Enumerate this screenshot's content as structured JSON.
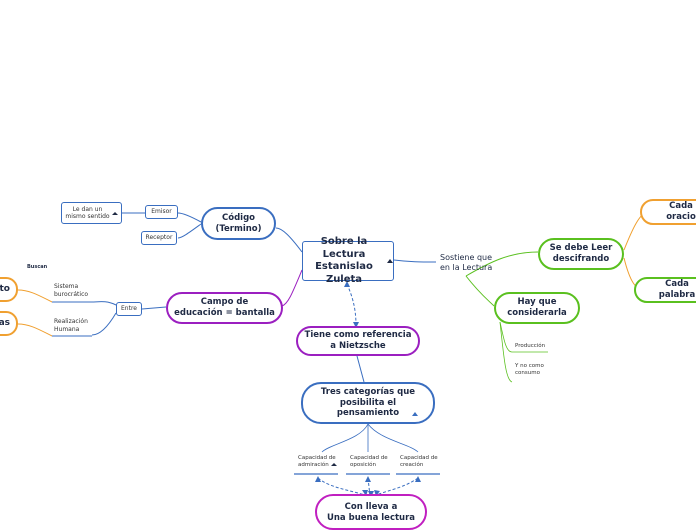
{
  "colors": {
    "central": "#3a6ec0",
    "blue_branch": "#3a6ec0",
    "purple_branch": "#9b1fc0",
    "magenta_branch": "#c01fc0",
    "green_branch": "#5ac01f",
    "orange_branch": "#f0a030"
  },
  "central": {
    "label": "Sobre la Lectura\nEstanislao Zuleta"
  },
  "codigo": {
    "label": "Código\n(Termino)"
  },
  "emisor": {
    "label": "Emisor"
  },
  "receptor": {
    "label": "Receptor"
  },
  "le_dan": {
    "label": "Le dan un\nmismo sentido"
  },
  "campo": {
    "label": "Campo de\neducación = bantalla"
  },
  "entre": {
    "label": "Entre"
  },
  "sistema": {
    "label": "Sistema\nburocrático"
  },
  "realizacion": {
    "label": "Realización\nHumana"
  },
  "buscan": {
    "label": "Buscan"
  },
  "left_edge_1": {
    "label": "to"
  },
  "left_edge_2": {
    "label": "as"
  },
  "tiene": {
    "label": "Tiene como referencia\na Nietzsche"
  },
  "tres": {
    "label": "Tres categorías que\nposibilita el\npensamiento"
  },
  "cap1": {
    "label": "Capacidad de\nadmiración"
  },
  "cap2": {
    "label": "Capacidad de\noposición"
  },
  "cap3": {
    "label": "Capacidad de\ncreación"
  },
  "conlleva": {
    "label": "Con lleva a\nUna buena lectura"
  },
  "sostiene": {
    "label": "Sostiene que\nen la Lectura"
  },
  "se_debe": {
    "label": "Se debe Leer\ndescifrando"
  },
  "cada_oracion": {
    "label": "Cada oracio"
  },
  "cada_palabra": {
    "label": "Cada palabra"
  },
  "hay_que": {
    "label": "Hay que\nconsiderarla"
  },
  "produccion": {
    "label": "Producción"
  },
  "y_no_como": {
    "label": "Y no como\nconsumo"
  }
}
